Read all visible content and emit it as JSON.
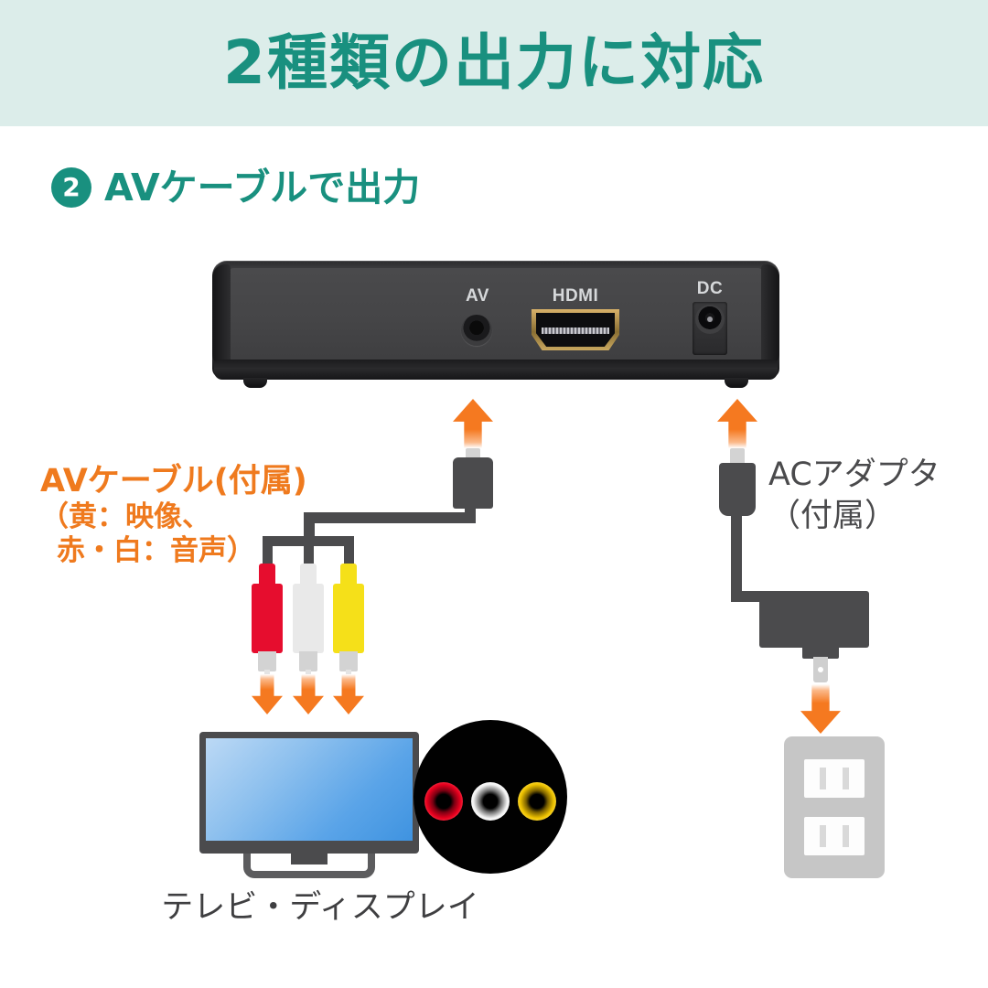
{
  "header": {
    "title": "2種類の出力に対応",
    "band_color": "#dcedea",
    "text_color": "#19907f"
  },
  "step": {
    "number": "2",
    "label": "AVケーブルで出力",
    "accent_color": "#19907f"
  },
  "device": {
    "name": "rear-panel",
    "ports": [
      {
        "id": "av",
        "label": "AV"
      },
      {
        "id": "hdmi",
        "label": "HDMI"
      },
      {
        "id": "dc",
        "label": "DC"
      }
    ]
  },
  "labels": {
    "av_cable_line1": "AVケーブル(付属)",
    "av_cable_line2": "（黄：映像、",
    "av_cable_line3": "赤・白：音声）",
    "av_cable_color": "#ef7a1e",
    "ac_adapter_line1": "ACアダプタ",
    "ac_adapter_line2": "（付属）",
    "ac_adapter_color": "#4a4a4c",
    "tv_caption": "テレビ・ディスプレイ"
  },
  "rca_connectors": [
    {
      "color_name": "red",
      "hex": "#e60d2e"
    },
    {
      "color_name": "white",
      "hex": "#e9e9e9"
    },
    {
      "color_name": "yellow",
      "hex": "#f5e019"
    }
  ],
  "tv_jacks": [
    {
      "color_name": "red",
      "hex": "#e8001e"
    },
    {
      "color_name": "white",
      "hex": "#f2f2f2"
    },
    {
      "color_name": "yellow",
      "hex": "#f0c400"
    }
  ],
  "arrows": {
    "color": "#f57920",
    "av_plug_direction": "up",
    "dc_plug_direction": "up",
    "rca_direction": "down",
    "ac_plug_direction": "down"
  }
}
